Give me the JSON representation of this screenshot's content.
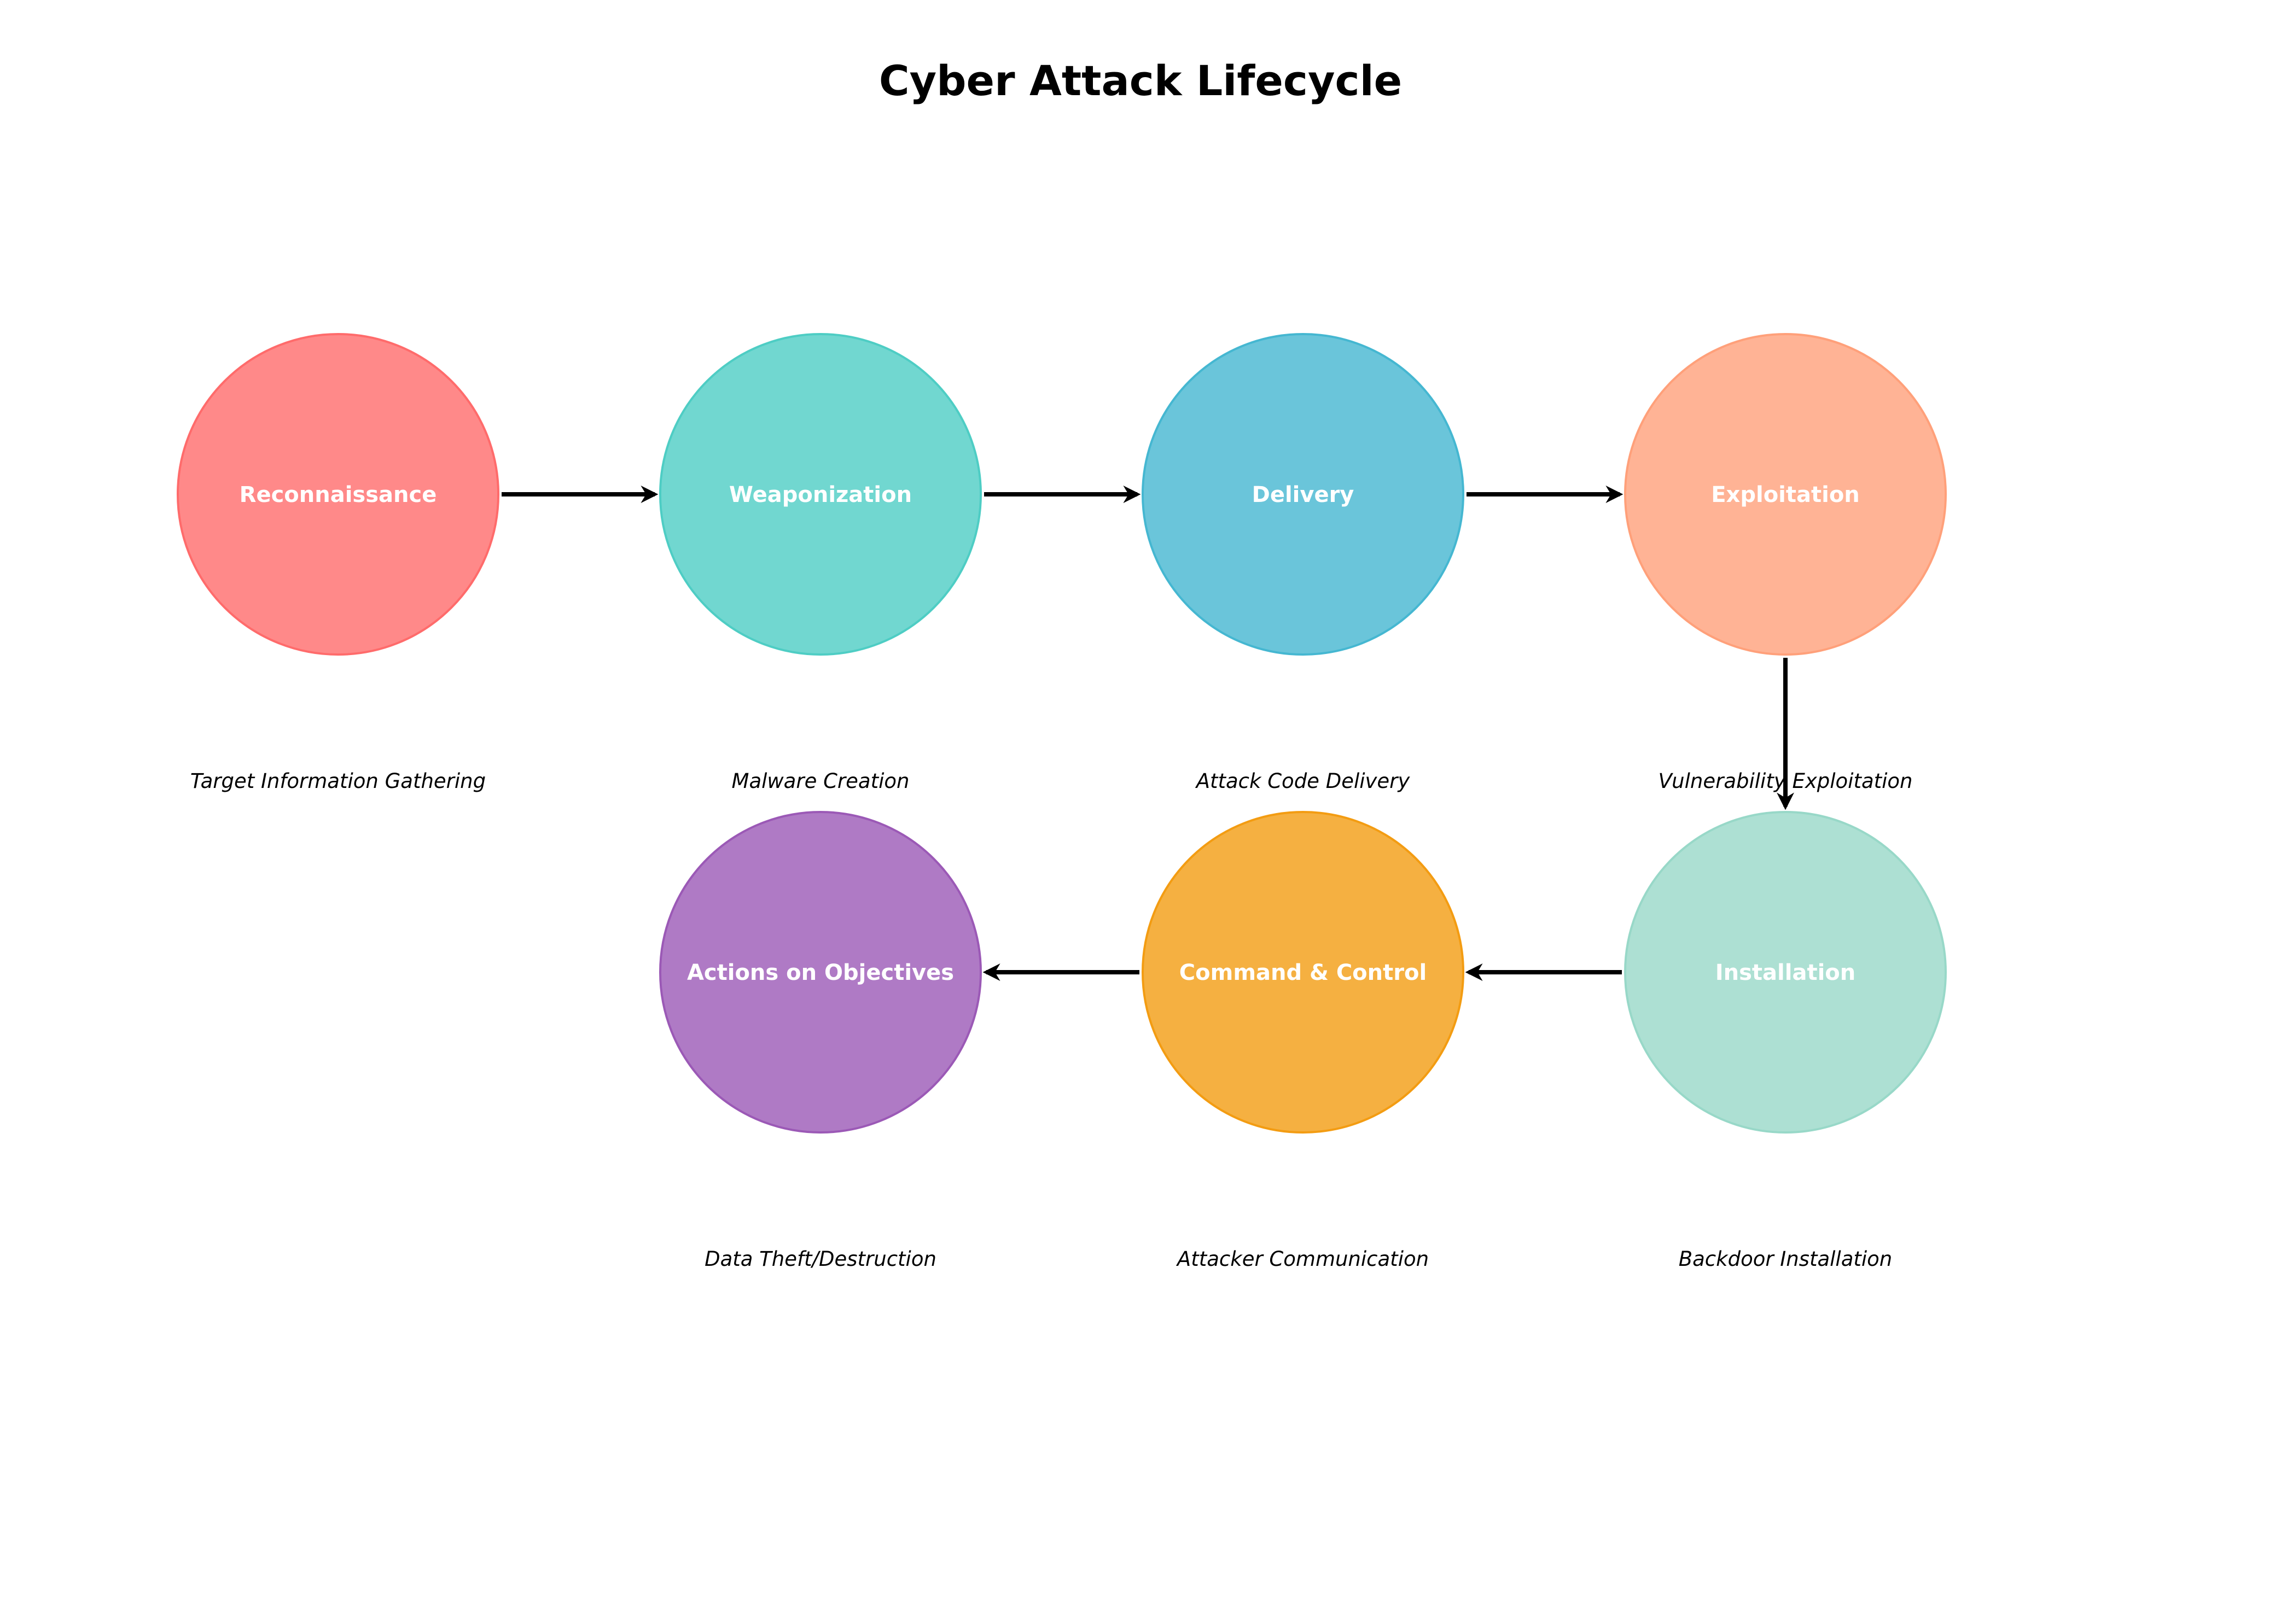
{
  "title": "Cyber Attack Lifecycle",
  "stages": [
    {
      "label": "Reconnaissance",
      "description": "Target Information Gathering",
      "color": "#FF6B6B"
    },
    {
      "label": "Weaponization",
      "description": "Malware Creation",
      "color": "#4ECDC4"
    },
    {
      "label": "Delivery",
      "description": "Attack Code Delivery",
      "color": "#45B7D1"
    },
    {
      "label": "Exploitation",
      "description": "Vulnerability Exploitation",
      "color": "#FFA07A"
    },
    {
      "label": "Installation",
      "description": "Backdoor Installation",
      "color": "#98D8C8"
    },
    {
      "label": "Command & Control",
      "description": "Attacker Communication",
      "color": "#F39C12"
    },
    {
      "label": "Actions on Objectives",
      "description": "Data Theft/Destruction",
      "color": "#9B59B6"
    }
  ],
  "flow": [
    {
      "from": 0,
      "to": 1
    },
    {
      "from": 1,
      "to": 2
    },
    {
      "from": 2,
      "to": 3
    },
    {
      "from": 3,
      "to": 4
    },
    {
      "from": 4,
      "to": 5
    },
    {
      "from": 5,
      "to": 6
    }
  ]
}
